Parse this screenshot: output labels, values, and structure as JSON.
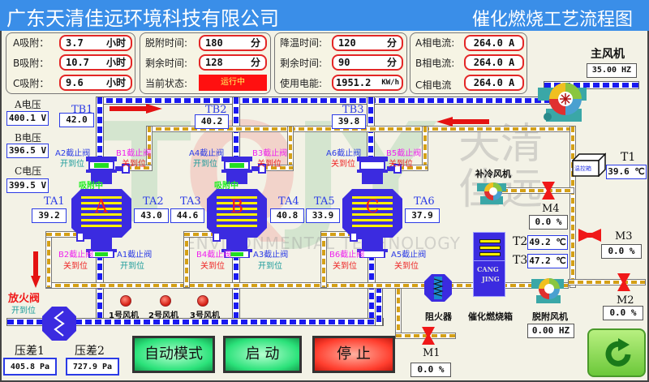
{
  "header": {
    "company": "广东天清佳远环境科技有限公司",
    "title": "催化燃烧工艺流程图"
  },
  "adsorb_panel": {
    "rows": [
      {
        "label": "A吸附：",
        "value": "3.7",
        "unit": "小时"
      },
      {
        "label": "B吸附：",
        "value": "10.7",
        "unit": "小时"
      },
      {
        "label": "C吸附：",
        "value": "9.6",
        "unit": "小时"
      }
    ]
  },
  "desorb_panel": {
    "rows": [
      {
        "label": "脱附时间:",
        "value": "180",
        "unit": "分"
      },
      {
        "label": "剩余时间:",
        "value": "128",
        "unit": "分"
      }
    ],
    "status_label": "当前状态:",
    "status_value": "运行中",
    "status_color": "#ff1010"
  },
  "cool_panel": {
    "rows": [
      {
        "label": "降温时间:",
        "value": "120",
        "unit": "分"
      },
      {
        "label": "剩余时间:",
        "value": "90",
        "unit": "分"
      },
      {
        "label": "使用电能:",
        "value": "1951.2",
        "unit": "KW/h"
      }
    ]
  },
  "current_panel": {
    "rows": [
      {
        "label": "A相电流:",
        "value": "264.0 A"
      },
      {
        "label": "B相电流:",
        "value": "264.0 A"
      },
      {
        "label": "C相电流",
        "value": "264.0 A"
      }
    ]
  },
  "main_fan": {
    "label": "主风机",
    "value": "35.00 HZ"
  },
  "voltages": [
    {
      "label": "A电压",
      "value": "400.1 V"
    },
    {
      "label": "B电压",
      "value": "396.5 V"
    },
    {
      "label": "C电压",
      "value": "399.5 V"
    }
  ],
  "tb": [
    {
      "label": "TB1",
      "value": "42.0"
    },
    {
      "label": "TB2",
      "value": "40.2"
    },
    {
      "label": "TB3",
      "value": "39.8"
    }
  ],
  "ta": [
    {
      "label": "TA1",
      "value": "39.2"
    },
    {
      "label": "TA2",
      "value": "43.0"
    },
    {
      "label": "TA3",
      "value": "44.6"
    },
    {
      "label": "TA4",
      "value": "40.8"
    },
    {
      "label": "TA5",
      "value": "33.9"
    },
    {
      "label": "TA6",
      "value": "37.9"
    }
  ],
  "towers": [
    {
      "letter": "A",
      "status": "吸附中"
    },
    {
      "letter": "B",
      "status": "吸附中"
    },
    {
      "letter": "C",
      "status": ""
    }
  ],
  "valves": {
    "A2": {
      "name": "A2截止阀",
      "state": "开到位"
    },
    "B1": {
      "name": "B1截止阀",
      "state": "关到位"
    },
    "A4": {
      "name": "A4截止阀",
      "state": "开到位"
    },
    "B3": {
      "name": "B3截止阀",
      "state": "关到位"
    },
    "A6": {
      "name": "A6截止阀",
      "state": "关到位"
    },
    "B5": {
      "name": "B5截止阀",
      "state": "关到位"
    },
    "B2": {
      "name": "B2截止阀",
      "state": "关到位"
    },
    "A1": {
      "name": "A1截止阀",
      "state": "开到位"
    },
    "B4": {
      "name": "B4截止阀",
      "state": "关到位"
    },
    "A3": {
      "name": "A3截止阀",
      "state": "开到位"
    },
    "B6": {
      "name": "B6截止阀",
      "state": "关到位"
    },
    "A5": {
      "name": "A5截止阀",
      "state": "关到位"
    }
  },
  "fire_valve": {
    "name": "放火阀",
    "state": "开到位"
  },
  "fans_small": [
    "1号风机",
    "2号风机",
    "3号风机"
  ],
  "cool_fan": {
    "label": "补冷风机"
  },
  "temp_box": {
    "label": "温控箱"
  },
  "t1": {
    "label": "T1",
    "value": "39.6 ℃"
  },
  "t2": {
    "label": "T2",
    "value": "49.2 ℃"
  },
  "t3": {
    "label": "T3",
    "value": "47.2 ℃"
  },
  "dampers": [
    {
      "label": "M1",
      "value": "0.0 %"
    },
    {
      "label": "M2",
      "value": "0.0 %"
    },
    {
      "label": "M3",
      "value": "0.0 %"
    },
    {
      "label": "M4",
      "value": "0.0 %"
    }
  ],
  "flame_arrester": {
    "label": "阻火器"
  },
  "catalytic_box": {
    "label": "催化燃烧箱",
    "text1": "CANG",
    "text2": "JING"
  },
  "desorb_fan": {
    "label": "脱附风机",
    "value": "0.00 HZ"
  },
  "pressure": [
    {
      "label": "压差1",
      "value": "405.8 Pa"
    },
    {
      "label": "压差2",
      "value": "727.9 Pa"
    }
  ],
  "buttons": {
    "auto_mode": "自动模式",
    "start": "启 动",
    "stop": "停 止"
  },
  "watermark": {
    "letters": "TQJY",
    "cn1": "天清",
    "cn2": "佳远",
    "en": "ENVIRONMENTAL TECHNOLOGY"
  }
}
